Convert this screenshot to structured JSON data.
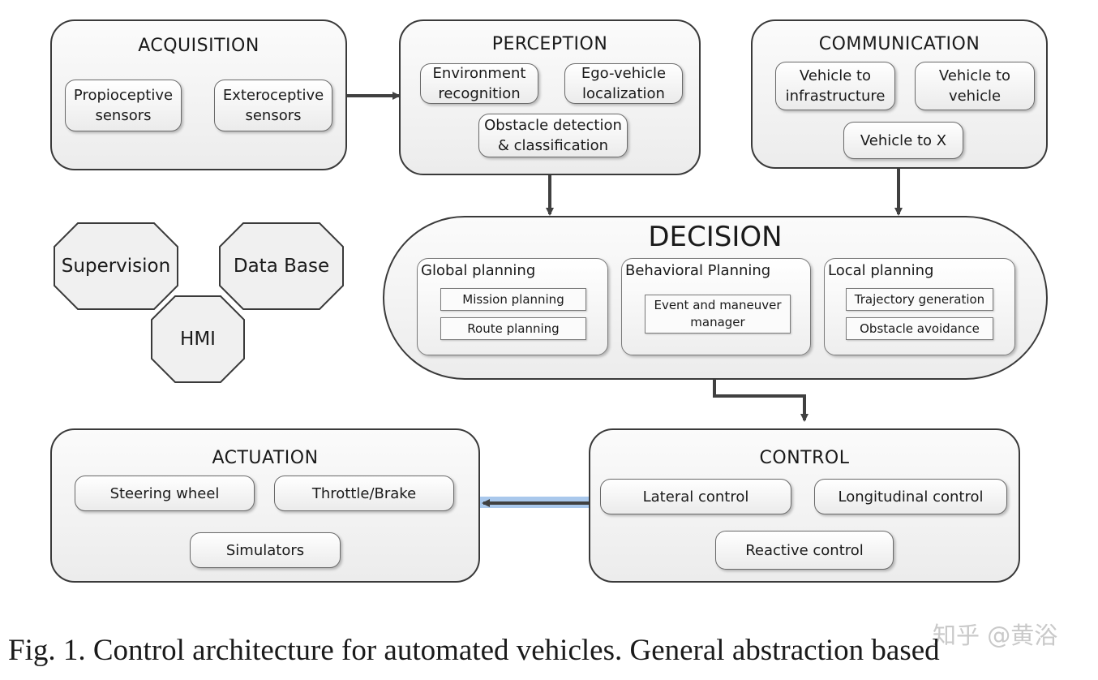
{
  "acquisition": {
    "title": "ACQUISITION",
    "items": [
      "Propioceptive\nsensors",
      "Exteroceptive\nsensors"
    ]
  },
  "perception": {
    "title": "PERCEPTION",
    "items": [
      "Environment\nrecognition",
      "Ego-vehicle\nlocalization",
      "Obstacle detection\n& classification"
    ]
  },
  "communication": {
    "title": "COMMUNICATION",
    "items": [
      "Vehicle to\ninfrastructure",
      "Vehicle to\nvehicle",
      "Vehicle to X"
    ]
  },
  "decision": {
    "title": "DECISION",
    "global": {
      "title": "Global planning",
      "items": [
        "Mission planning",
        "Route planning"
      ]
    },
    "behavioral": {
      "title": "Behavioral Planning",
      "items": [
        "Event and maneuver\nmanager"
      ]
    },
    "local": {
      "title": "Local planning",
      "items": [
        "Trajectory generation",
        "Obstacle avoidance"
      ]
    }
  },
  "octagons": [
    "Supervision",
    "Data Base",
    "HMI"
  ],
  "actuation": {
    "title": "ACTUATION",
    "items": [
      "Steering wheel",
      "Throttle/Brake",
      "Simulators"
    ]
  },
  "control": {
    "title": "CONTROL",
    "items": [
      "Lateral control",
      "Longitudinal control",
      "Reactive control"
    ]
  },
  "caption": "Fig. 1.  Control architecture for automated vehicles. General abstraction based",
  "watermark": "知乎 @黄浴",
  "colors": {
    "border": "#3a3a3a",
    "arrow": "#404040",
    "highlight": "#a9c8ec"
  }
}
